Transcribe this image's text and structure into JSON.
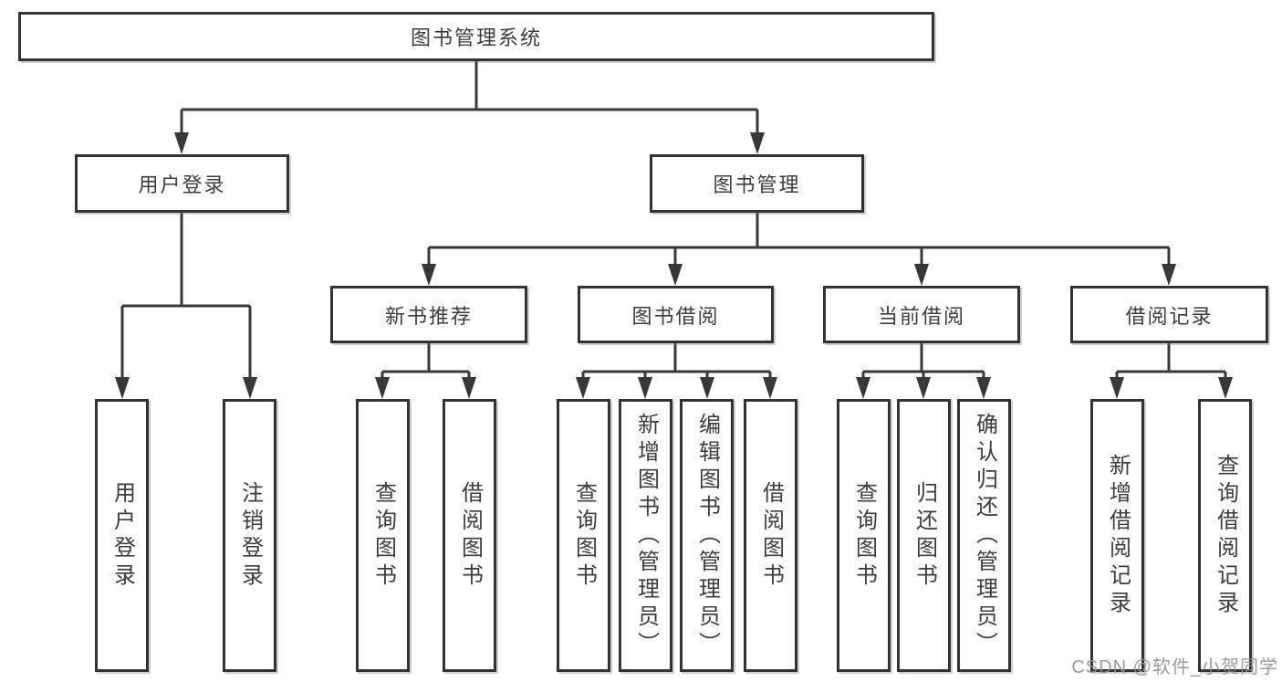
{
  "diagram": {
    "tree": {
      "label": "图书管理系统",
      "children": [
        {
          "label": "用户登录",
          "children": [
            {
              "label": "用户登录"
            },
            {
              "label": "注销登录"
            }
          ]
        },
        {
          "label": "图书管理",
          "children": [
            {
              "label": "新书推荐",
              "children": [
                {
                  "label": "查询图书"
                },
                {
                  "label": "借阅图书"
                }
              ]
            },
            {
              "label": "图书借阅",
              "children": [
                {
                  "label": "查询图书"
                },
                {
                  "label": "新增图书（管理员）"
                },
                {
                  "label": "编辑图书（管理员）"
                },
                {
                  "label": "借阅图书"
                }
              ]
            },
            {
              "label": "当前借阅",
              "children": [
                {
                  "label": "查询图书"
                },
                {
                  "label": "归还图书"
                },
                {
                  "label": "确认归还（管理员）"
                }
              ]
            },
            {
              "label": "借阅记录",
              "children": [
                {
                  "label": "新增借阅记录"
                },
                {
                  "label": "查询借阅记录"
                }
              ]
            }
          ]
        }
      ]
    },
    "watermark": {
      "text": "CSDN @软件_小贺同学"
    },
    "colors": {
      "line": "#383838",
      "box_border": "#333333",
      "text": "#3d3d3d",
      "watermark": "#8c9199",
      "background": "#ffffff"
    }
  }
}
